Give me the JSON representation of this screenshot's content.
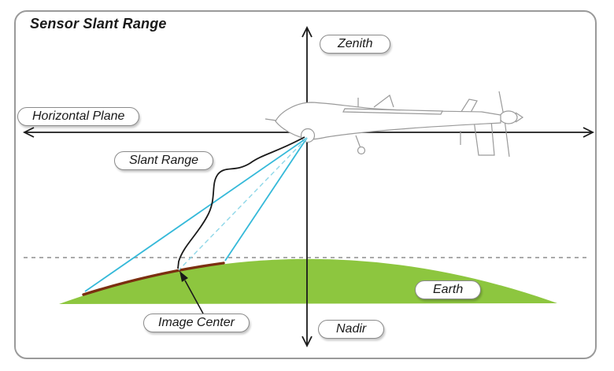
{
  "title": "Sensor Slant Range",
  "callouts": {
    "zenith": "Zenith",
    "horizontal_plane": "Horizontal Plane",
    "slant_range": "Slant Range",
    "image_center": "Image Center",
    "earth": "Earth",
    "nadir": "Nadir"
  },
  "colors": {
    "earth_green": "#8dc63f",
    "image_footprint": "#7b2f10",
    "sensor_ray": "#35b9d9",
    "sensor_boresight_dashed": "#8ed7e8",
    "axis": "#1a1a1a",
    "horizon_dashed": "#aaaaaa",
    "aircraft_outline": "#9a9a9a",
    "frame_border": "#9a9a9a"
  }
}
